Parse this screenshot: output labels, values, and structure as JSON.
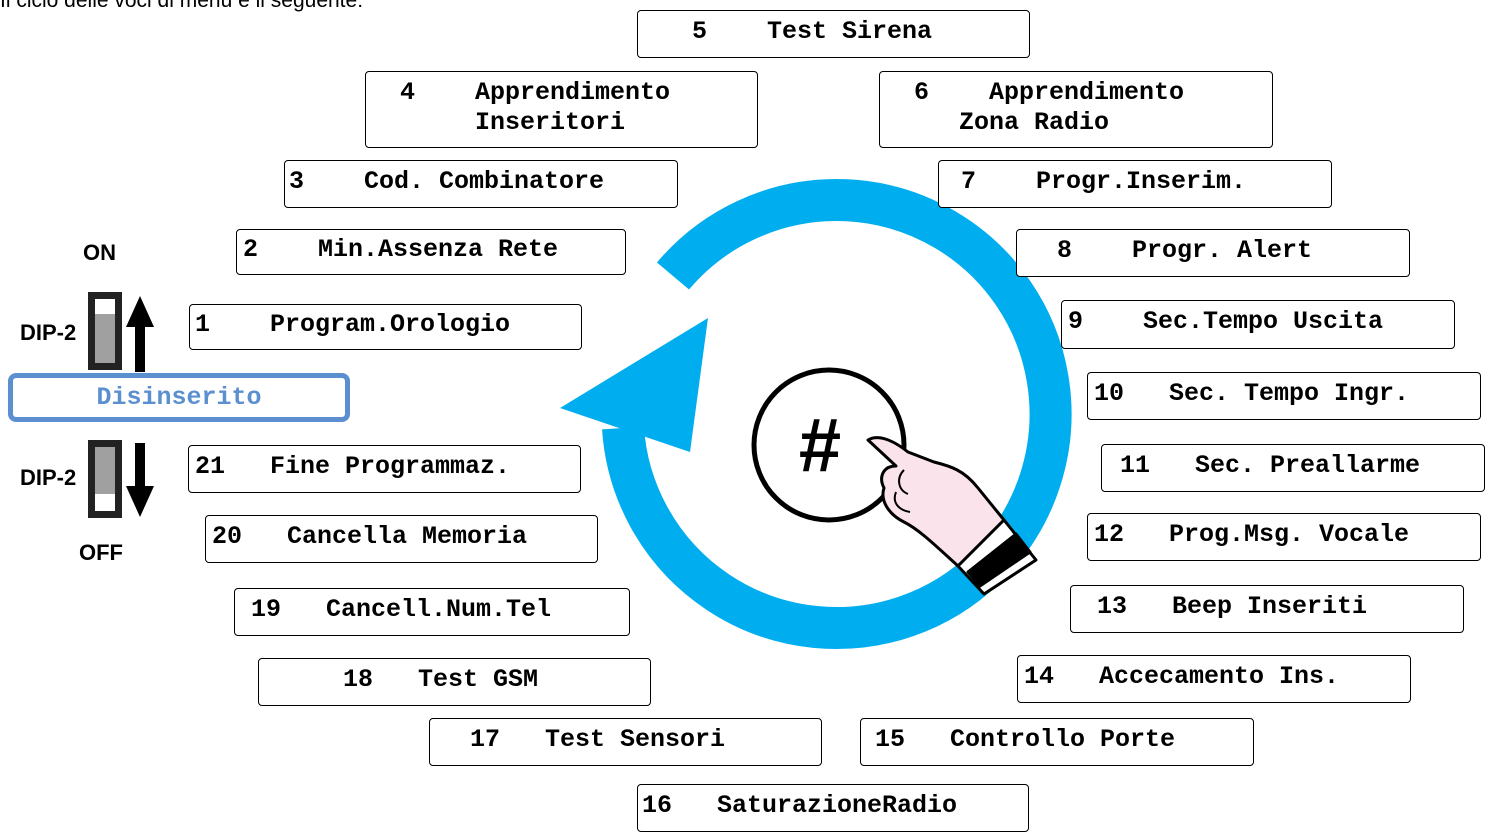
{
  "intro": "Il ciclo delle voci di menu è il seguente:",
  "dip_switch": {
    "on_label": "ON",
    "off_label": "OFF",
    "switch_label": "DIP-2"
  },
  "current_state": "Disinserito",
  "center_key": "#",
  "menu_items": [
    {
      "line1": "1    Program.Orologio"
    },
    {
      "line1": "2    Min.Assenza Rete"
    },
    {
      "line1": "3    Cod. Combinatore"
    },
    {
      "line1": "4    Apprendimento",
      "line2": "     Inseritori"
    },
    {
      "line1": "5    Test Sirena"
    },
    {
      "line1": "6    Apprendimento",
      "line2": "   Zona Radio"
    },
    {
      "line1": "7    Progr.Inserim."
    },
    {
      "line1": "8    Progr. Alert"
    },
    {
      "line1": "9    Sec.Tempo Uscita"
    },
    {
      "line1": "10   Sec. Tempo Ingr."
    },
    {
      "line1": "11   Sec. Preallarme"
    },
    {
      "line1": "12   Prog.Msg. Vocale"
    },
    {
      "line1": "13   Beep Inseriti"
    },
    {
      "line1": "14   Accecamento Ins."
    },
    {
      "line1": "15   Controllo Porte"
    },
    {
      "line1": "16   SaturazioneRadio"
    },
    {
      "line1": "17   Test Sensori"
    },
    {
      "line1": "18   Test GSM"
    },
    {
      "line1": "19   Cancell.Num.Tel"
    },
    {
      "line1": "20   Cancella Memoria"
    },
    {
      "line1": "21   Fine Programmaz."
    }
  ],
  "colors": {
    "cycle_arrow": "#00aeef",
    "current_border": "#5b8fd0",
    "hand_fill": "#fbe3ec"
  }
}
